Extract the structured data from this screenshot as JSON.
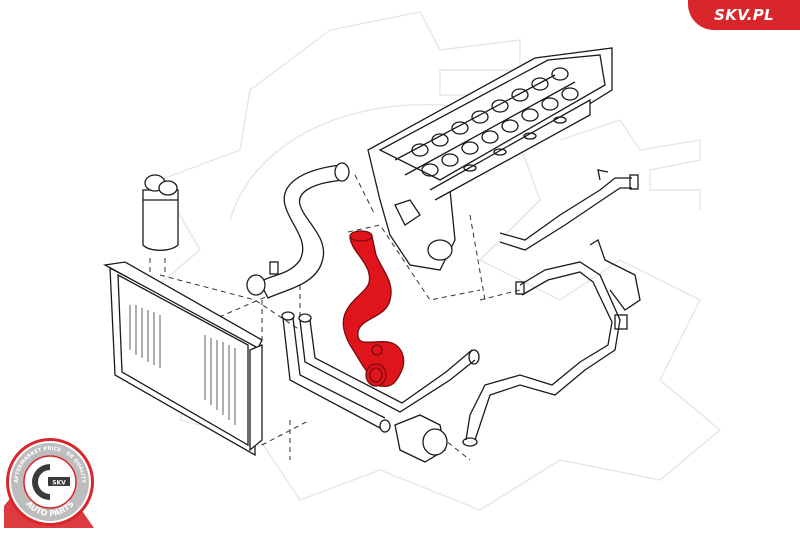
{
  "brand": {
    "site_label": "SKV.PL",
    "accent_color": "#d8262b"
  },
  "badge": {
    "top_arc_text": "AFTERMARKET PRICE · OE QUALITY",
    "center_text": "SKV",
    "bottom_arc_text": "AUTO PARTS",
    "ring_color": "#d8262b"
  },
  "diagram": {
    "highlighted_part": "coolant hose (engine to water pump)",
    "highlight_color": "#e0141b",
    "line_color": "#1a1a1a",
    "watermark_color": "#e6e6e6",
    "components": [
      "cylinder-head",
      "expansion-tank",
      "radiator",
      "upper-radiator-hose",
      "highlighted-coolant-hose",
      "lower-pipes",
      "water-pump-valve",
      "heater-hose-upper",
      "heater-hose-lower",
      "bypass-hose"
    ]
  }
}
